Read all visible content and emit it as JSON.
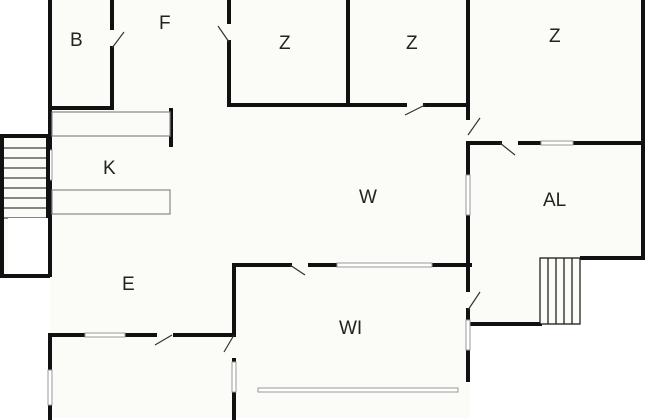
{
  "colors": {
    "floor": "#fbfbf7",
    "wall": "#111111",
    "window": "#d9d9d9",
    "label": "#222222"
  },
  "rooms": [
    {
      "id": "b",
      "label": "B"
    },
    {
      "id": "f",
      "label": "F"
    },
    {
      "id": "z1",
      "label": "Z"
    },
    {
      "id": "z2",
      "label": "Z"
    },
    {
      "id": "z3",
      "label": "Z"
    },
    {
      "id": "k",
      "label": "K"
    },
    {
      "id": "w",
      "label": "W"
    },
    {
      "id": "al",
      "label": "AL"
    },
    {
      "id": "e",
      "label": "E"
    },
    {
      "id": "wi",
      "label": "WI"
    }
  ]
}
